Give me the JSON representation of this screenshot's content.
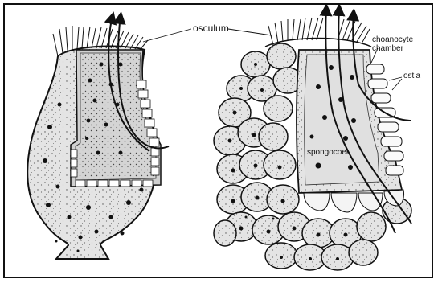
{
  "labels": {
    "osculum": "osculum",
    "choanocyte_line1": "choanocyte",
    "choanocyte_line2": "chamber",
    "ostia": "ostia",
    "spongocoel": "spongocoel"
  },
  "colors": {
    "ink": "#111111",
    "body_fill": "#e6e6e6",
    "chamber_fill": "#d9d9d9",
    "background": "#ffffff"
  }
}
